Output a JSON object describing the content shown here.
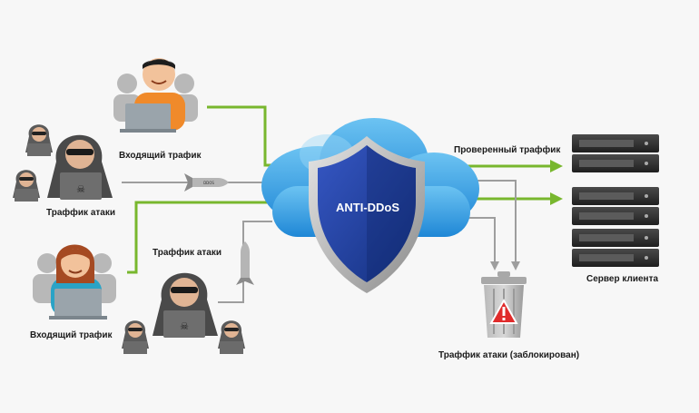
{
  "shield": {
    "label": "ANTI-DDoS"
  },
  "labels": {
    "incoming_top": "Входящий трафик",
    "attack_left": "Траффик атаки",
    "attack_bottom": "Траффик атаки",
    "incoming_bottom": "Входящий трафик",
    "verified": "Проверенный траффик",
    "server": "Сервер клиента",
    "blocked": "Траффик атаки (заблокирован)"
  },
  "rocket": {
    "text": "DDOS"
  },
  "colors": {
    "legit_line": "#78b72e",
    "attack_line": "#9e9e9e",
    "cloud": "#3aa0e0",
    "shield_fill": "#1f3f9e",
    "warning": "#e02b2b"
  }
}
